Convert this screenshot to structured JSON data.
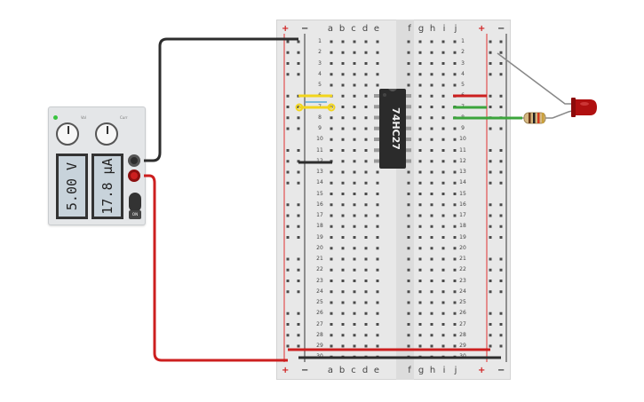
{
  "power_supply": {
    "voltage_display": "5.00 V",
    "current_display": "17.8 µA",
    "knob_voltage_label": "Vol",
    "knob_current_label": "Curr",
    "on_label": "ON",
    "led_color": "#39c43f"
  },
  "breadboard": {
    "columns_left": [
      "a",
      "b",
      "c",
      "d",
      "e"
    ],
    "columns_right": [
      "f",
      "g",
      "h",
      "i",
      "j"
    ],
    "rows": [
      1,
      2,
      3,
      4,
      5,
      6,
      7,
      8,
      9,
      10,
      11,
      12,
      13,
      14,
      15,
      16,
      17,
      18,
      19,
      20,
      21,
      22,
      23,
      24,
      25,
      26,
      27,
      28,
      29,
      30
    ],
    "rail_plus": "+",
    "rail_minus": "−"
  },
  "chip": {
    "label": "74HC27"
  },
  "colors": {
    "wire_red": "#cc1f1f",
    "wire_black": "#2d2d2d",
    "wire_yellow": "#f2d51d",
    "wire_green": "#3ca53c",
    "led_red": "#b01010",
    "rail_red_line": "#e03030",
    "rail_blue_line": "#333333"
  }
}
